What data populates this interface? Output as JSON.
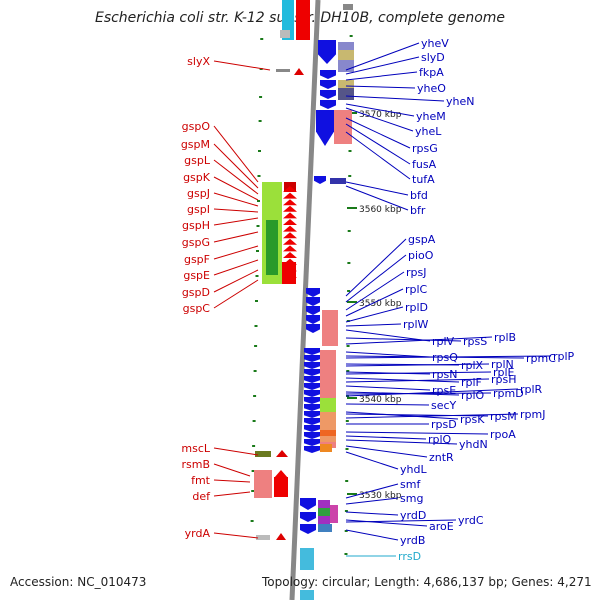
{
  "title": "Escherichia coli str. K-12 substr. DH10B, complete genome",
  "accession": "Accession: NC_010473",
  "topology": "Topology: circular; Length: 4,686,137 bp; Genes: 4,271",
  "colors": {
    "reverse_label": "#cc0000",
    "forward_label": "#0000bb",
    "rna_label": "#22aacc",
    "backbone": "#888888",
    "tick": "#1a7a1a"
  },
  "kbp_marks": [
    "3570 kbp",
    "3560 kbp",
    "3550 kbp",
    "3540 kbp",
    "3530 kbp"
  ],
  "left_labels": [
    "slyX",
    "gspO",
    "gspM",
    "gspL",
    "gspK",
    "gspJ",
    "gspI",
    "gspH",
    "gspG",
    "gspF",
    "gspE",
    "gspD",
    "gspC",
    "mscL",
    "rsmB",
    "fmt",
    "def",
    "yrdA"
  ],
  "right_labels": [
    "yheV",
    "slyD",
    "fkpA",
    "yheO",
    "yheN",
    "yheM",
    "yheL",
    "rpsG",
    "fusA",
    "tufA",
    "bfd",
    "bfr",
    "gspA",
    "pioO",
    "rpsJ",
    "rplC",
    "rplD",
    "rplW",
    "rplV",
    "rpsS",
    "rplB",
    "rpsQ",
    "rpmC",
    "rplP",
    "rplX",
    "rplN",
    "rpsN",
    "rplE",
    "rplF",
    "rpsH",
    "rpsE",
    "rplO",
    "rpmD",
    "rplR",
    "secY",
    "rpsK",
    "rpsM",
    "rpmJ",
    "rpsD",
    "rpoA",
    "rplQ",
    "yhdN",
    "zntR",
    "yhdL",
    "smf",
    "smg",
    "yrdD",
    "aroE",
    "yrdC",
    "yrdB",
    "rrsD"
  ]
}
